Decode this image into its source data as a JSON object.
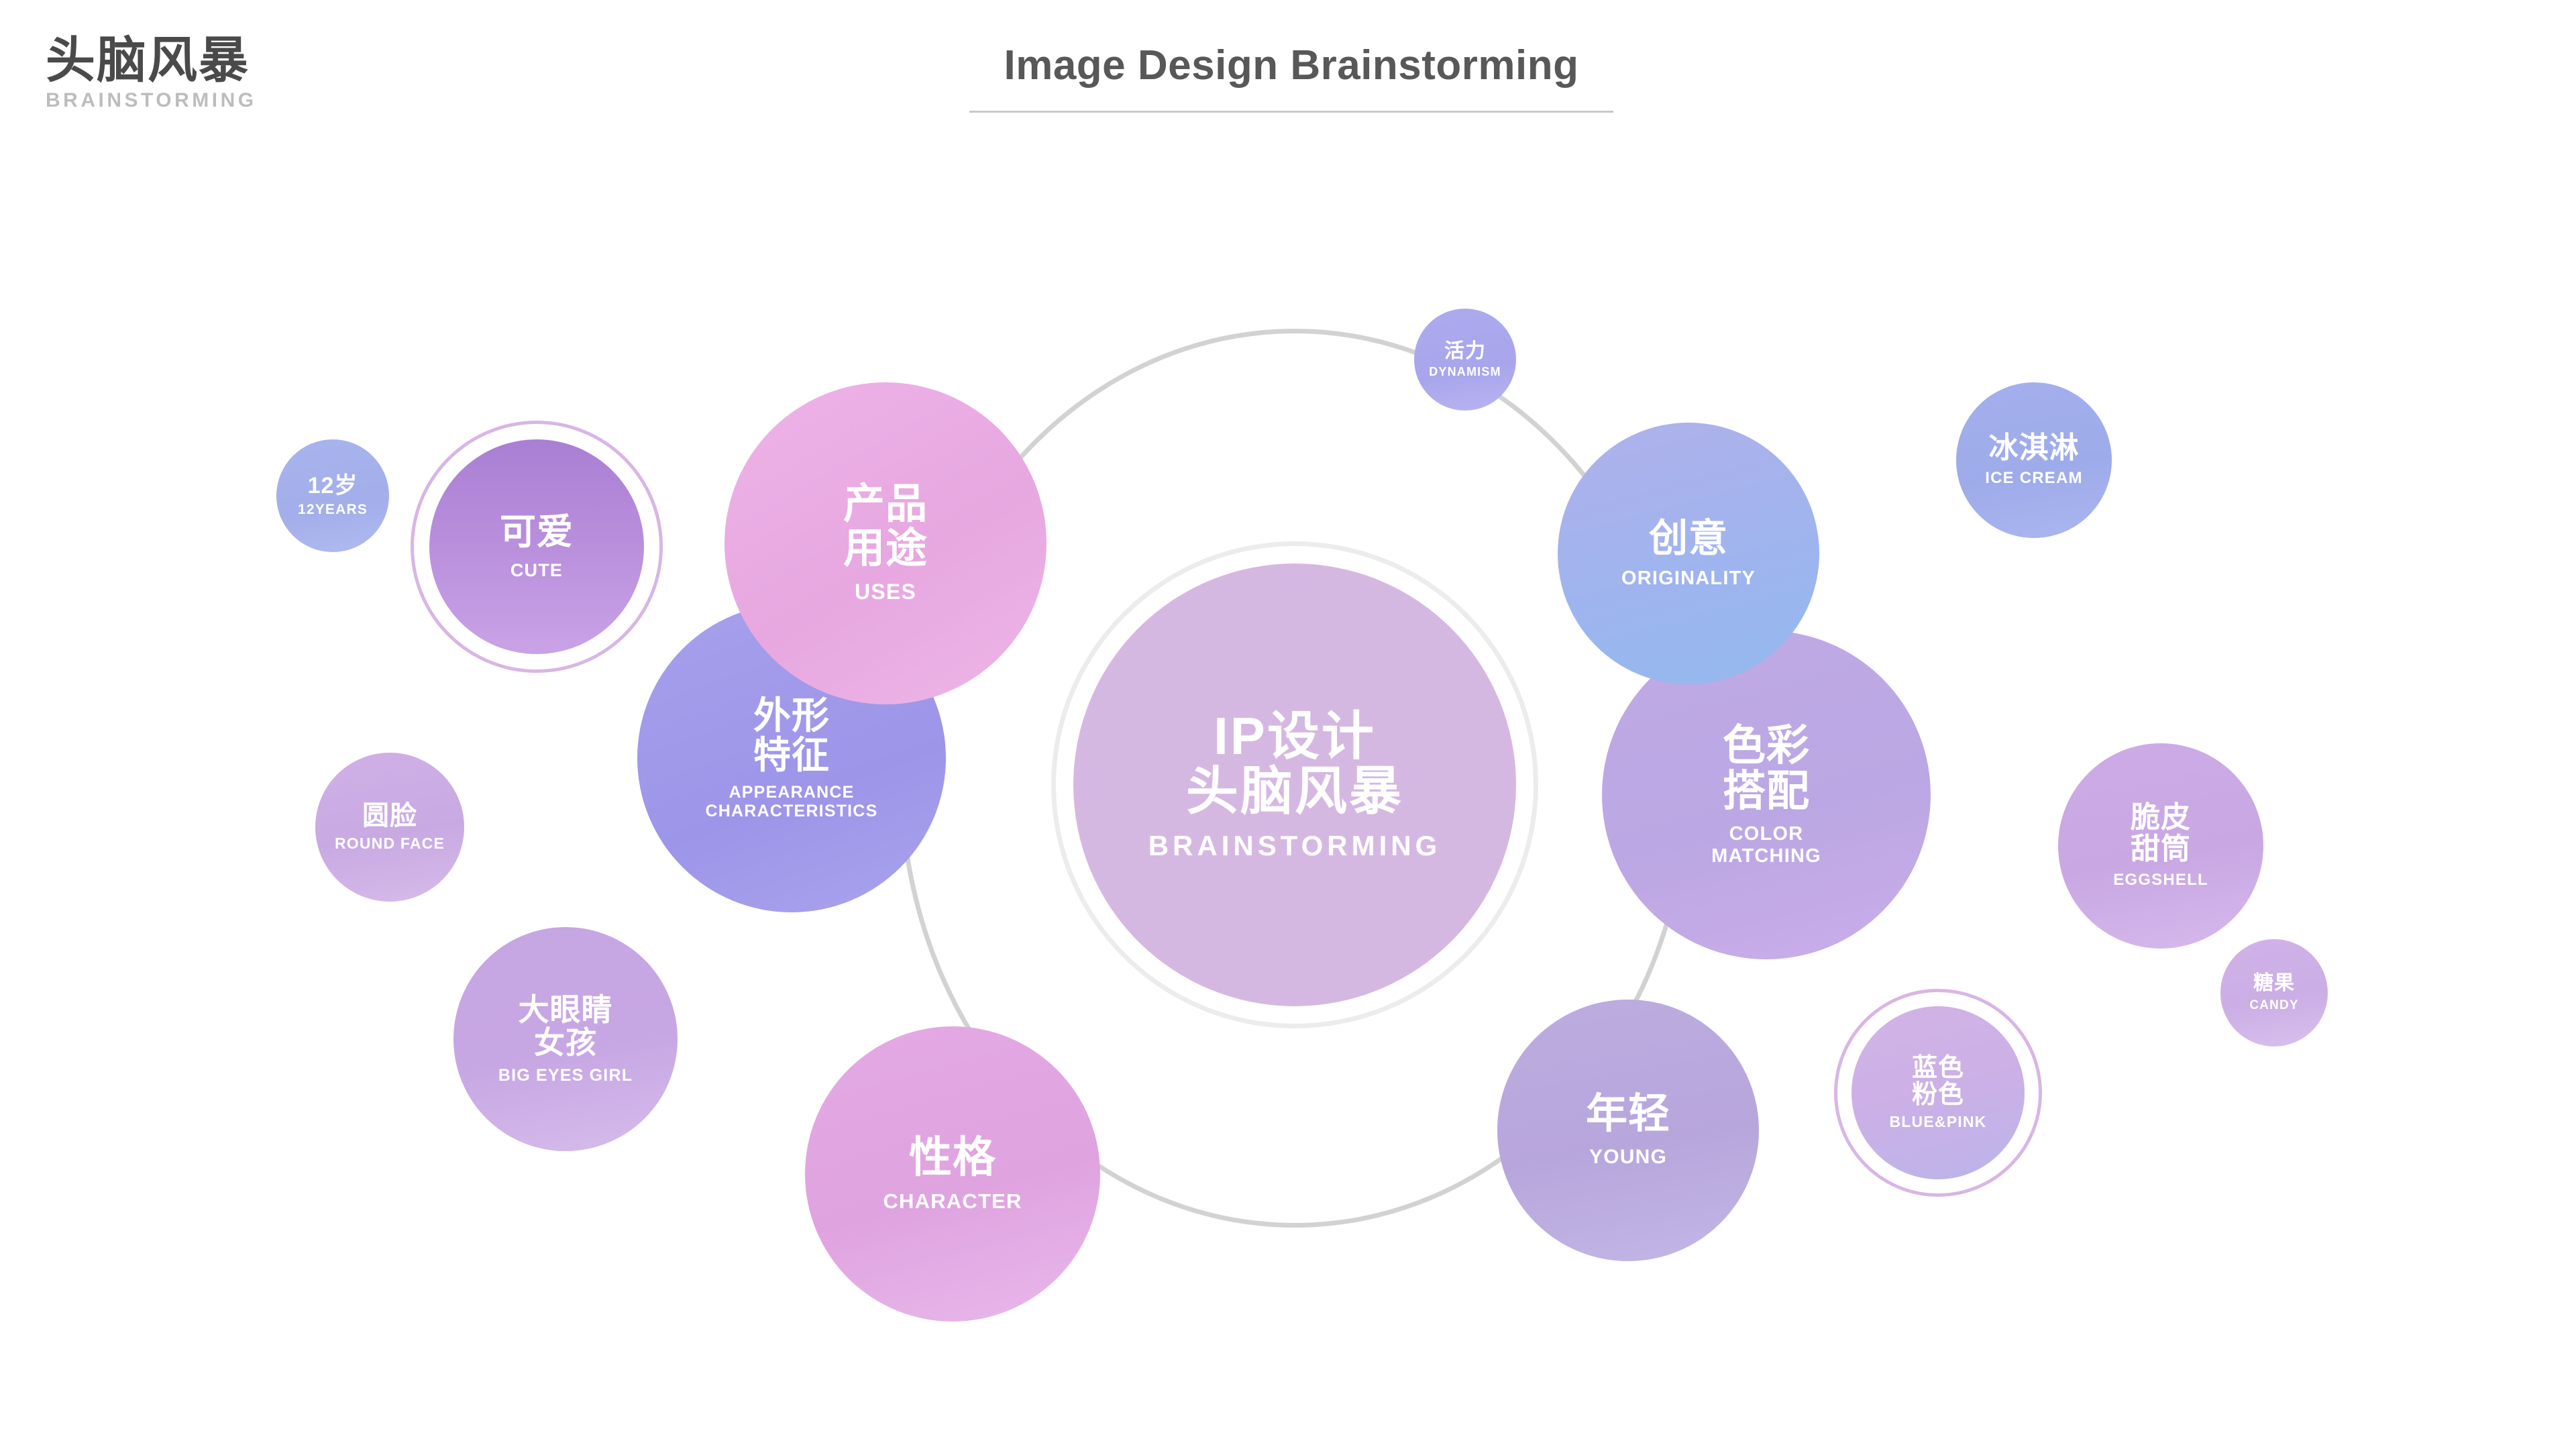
{
  "logo": {
    "cn": "头脑风暴",
    "en": "BRAINSTORMING"
  },
  "header": {
    "title": "Image Design Brainstorming"
  },
  "colors": {
    "background": "#ffffff",
    "connector_ring": "#d2d2d2",
    "center_fill": "#d5b8e2",
    "pink": "#e7a7e0",
    "periwinkle": "#9d95e8",
    "purple": "#c9a7e3",
    "blue": "#9eabea",
    "title_text": "#585858",
    "logo_cn_text": "#4a4a4a",
    "logo_en_text": "#bdbdbd"
  },
  "center": {
    "cn": "IP设计\n头脑风暴",
    "en": "BRAINSTORMING"
  },
  "bubbles": [
    {
      "id": "uses",
      "cn": "产品\n用途",
      "en": "USES"
    },
    {
      "id": "appearance",
      "cn": "外形\n特征",
      "en": "APPEARANCE\nCHARACTERISTICS"
    },
    {
      "id": "cute",
      "cn": "可爱",
      "en": "CUTE"
    },
    {
      "id": "12years",
      "cn": "12岁",
      "en": "12YEARS"
    },
    {
      "id": "roundface",
      "cn": "圆脸",
      "en": "ROUND FACE"
    },
    {
      "id": "bigeyes",
      "cn": "大眼睛\n女孩",
      "en": "BIG EYES GIRL"
    },
    {
      "id": "character",
      "cn": "性格",
      "en": "CHARACTER"
    },
    {
      "id": "young",
      "cn": "年轻",
      "en": "YOUNG"
    },
    {
      "id": "originality",
      "cn": "创意",
      "en": "ORIGINALITY"
    },
    {
      "id": "colormatch",
      "cn": "色彩\n搭配",
      "en": "COLOR\nMATCHING"
    },
    {
      "id": "dynamism",
      "cn": "活力",
      "en": "DYNAMISM"
    },
    {
      "id": "icecream",
      "cn": "冰淇淋",
      "en": "ICE CREAM"
    },
    {
      "id": "eggshell",
      "cn": "脆皮\n甜筒",
      "en": "EGGSHELL"
    },
    {
      "id": "candy",
      "cn": "糖果",
      "en": "CANDY"
    },
    {
      "id": "bluepink",
      "cn": "蓝色\n粉色",
      "en": "BLUE&PINK"
    }
  ]
}
